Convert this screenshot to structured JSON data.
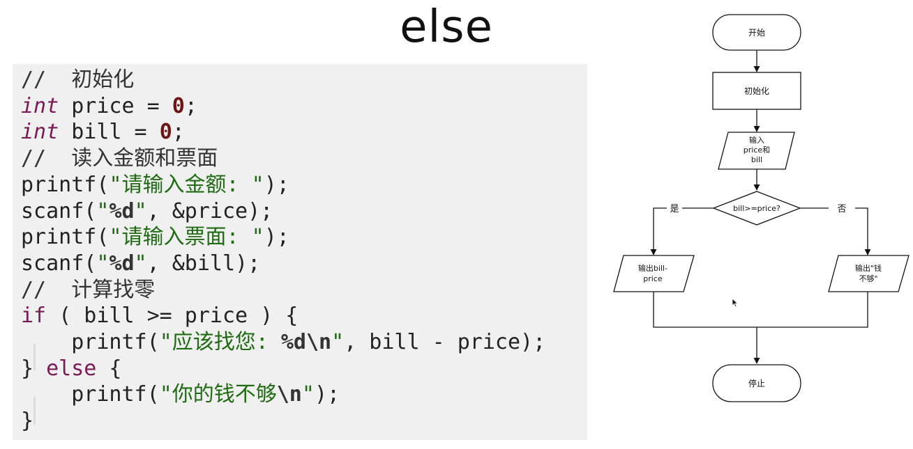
{
  "slide": {
    "title": "else"
  },
  "code": {
    "lines": [
      [
        {
          "t": "//  初始化",
          "c": "cm"
        }
      ],
      [
        {
          "t": "int",
          "c": "kw-type"
        },
        {
          "t": " price = "
        },
        {
          "t": "0",
          "c": "num"
        },
        {
          "t": ";"
        }
      ],
      [
        {
          "t": "int",
          "c": "kw-type"
        },
        {
          "t": " bill = "
        },
        {
          "t": "0",
          "c": "num"
        },
        {
          "t": ";"
        }
      ],
      [
        {
          "t": "//  读入金额和票面",
          "c": "cm"
        }
      ],
      [
        {
          "t": "printf("
        },
        {
          "t": "\"请输入金额: \"",
          "c": "str"
        },
        {
          "t": ");"
        }
      ],
      [
        {
          "t": "scanf("
        },
        {
          "t": "\"",
          "c": "str"
        },
        {
          "t": "%d",
          "c": "esc"
        },
        {
          "t": "\"",
          "c": "str"
        },
        {
          "t": ", &price);"
        }
      ],
      [
        {
          "t": "printf("
        },
        {
          "t": "\"请输入票面: \"",
          "c": "str"
        },
        {
          "t": ");"
        }
      ],
      [
        {
          "t": "scanf("
        },
        {
          "t": "\"",
          "c": "str"
        },
        {
          "t": "%d",
          "c": "esc"
        },
        {
          "t": "\"",
          "c": "str"
        },
        {
          "t": ", &bill);"
        }
      ],
      [
        {
          "t": "//  计算找零",
          "c": "cm"
        }
      ],
      [
        {
          "t": "if",
          "c": "kw"
        },
        {
          "t": " ( bill >= price ) {"
        }
      ],
      [
        {
          "t": "    printf("
        },
        {
          "t": "\"应该找您: ",
          "c": "str"
        },
        {
          "t": "%d\\n",
          "c": "esc"
        },
        {
          "t": "\"",
          "c": "str"
        },
        {
          "t": ", bill - price);"
        }
      ],
      [
        {
          "t": "} "
        },
        {
          "t": "else",
          "c": "kw"
        },
        {
          "t": " {"
        }
      ],
      [
        {
          "t": "    printf("
        },
        {
          "t": "\"你的钱不够",
          "c": "str"
        },
        {
          "t": "\\n",
          "c": "esc"
        },
        {
          "t": "\"",
          "c": "str"
        },
        {
          "t": ");"
        }
      ],
      [
        {
          "t": "}"
        }
      ]
    ]
  },
  "flowchart": {
    "start": "开始",
    "init": "初始化",
    "input": [
      "输入",
      "price和",
      "bill"
    ],
    "decision": "bill>=price?",
    "yes_label": "是",
    "no_label": "否",
    "output_yes": [
      "输出bill-",
      "price"
    ],
    "output_no": [
      "输出\"钱",
      "不够\""
    ],
    "stop": "停止"
  },
  "icons": {
    "cursor": "mouse-pointer-icon"
  }
}
